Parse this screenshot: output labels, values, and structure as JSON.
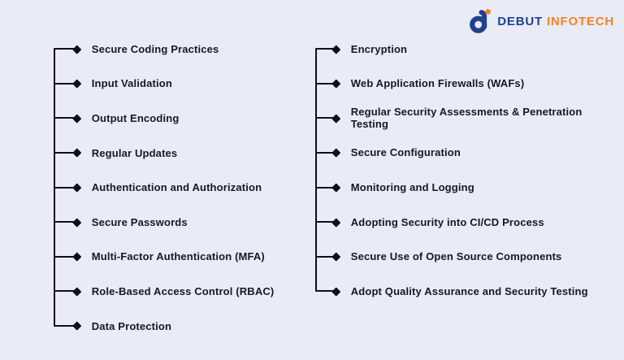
{
  "page": {
    "background_color": "#e9ebf7",
    "connector_color": "#0e0f1a",
    "text_color": "#16172b"
  },
  "logo": {
    "primary_text": "DEBUT",
    "secondary_text": "INFOTECH",
    "primary_color": "#20418e",
    "secondary_color": "#f58222",
    "icon": "debut-d-icon"
  },
  "columns": {
    "left": {
      "bullet_icon": "diamond-bullet-icon",
      "items": [
        "Secure Coding Practices",
        "Input Validation",
        "Output Encoding",
        "Regular Updates",
        "Authentication and Authorization",
        "Secure Passwords",
        "Multi-Factor Authentication (MFA)",
        "Role-Based Access Control (RBAC)",
        "Data Protection"
      ]
    },
    "right": {
      "bullet_icon": "diamond-bullet-icon",
      "items": [
        "Encryption",
        "Web Application Firewalls (WAFs)",
        "Regular Security Assessments & Penetration Testing",
        "Secure Configuration",
        "Monitoring and Logging",
        "Adopting Security into CI/CD Process",
        "Secure Use of Open Source Components",
        "Adopt Quality Assurance and Security Testing"
      ]
    }
  }
}
